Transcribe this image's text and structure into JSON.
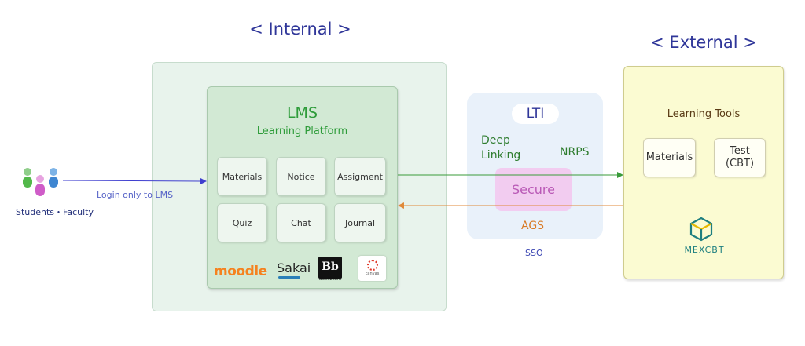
{
  "headings": {
    "internal": "< Internal >",
    "external": "< External >"
  },
  "users": {
    "label": "Students・Faculty",
    "login_label": "Login only to LMS"
  },
  "lms": {
    "title": "LMS",
    "subtitle": "Learning Platform",
    "modules": [
      "Materials",
      "Notice",
      "Assigment",
      "Quiz",
      "Chat",
      "Journal"
    ],
    "logos": {
      "moodle": "moodle",
      "sakai": "Sakai",
      "blackboard_mark": "Bb",
      "blackboard_name": "Blackboard",
      "canvas": "canvas"
    }
  },
  "lti": {
    "title": "LTI",
    "deep_linking": "Deep Linking",
    "nrps": "NRPS",
    "secure": "Secure",
    "ags": "AGS",
    "sso": "SSO"
  },
  "external": {
    "title": "Learning Tools",
    "tools": [
      "Materials",
      "Test (CBT)"
    ],
    "logo_text": "MEXCBT"
  },
  "colors": {
    "heading": "#2f3699",
    "lms_green": "#2e9c3a",
    "arrow_out": "#3a9b3a",
    "arrow_in": "#e08a3a",
    "login_arrow": "#3f3fcf"
  }
}
